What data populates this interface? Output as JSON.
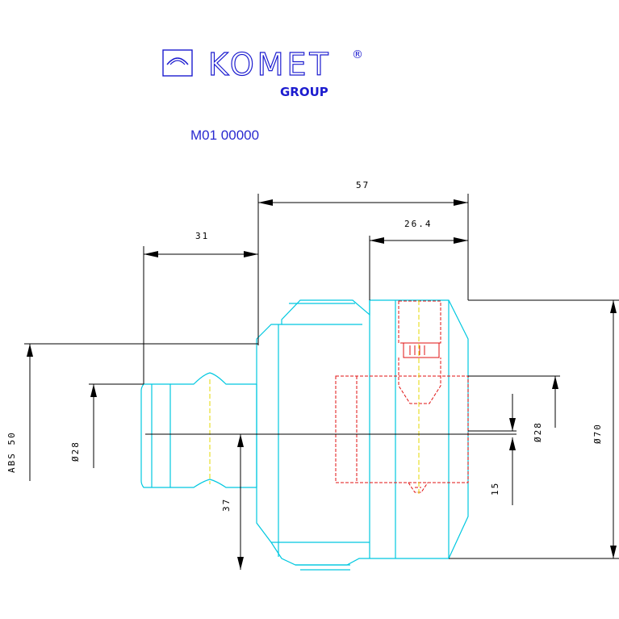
{
  "logo": {
    "brand": "KOMET",
    "registered": "®",
    "group": "GROUP"
  },
  "part_number": "M01 00000",
  "dimensions": {
    "overall_length": "57",
    "shank_length": "31",
    "head_offset": "26.4",
    "abs_label": "ABS 50",
    "shank_diameter": "Ø28",
    "bore_diameter": "Ø28",
    "head_diameter": "Ø70",
    "bore_offset": "15",
    "lower_height": "37"
  },
  "colors": {
    "outline": "#00c8e0",
    "hidden_lines": "#e01010",
    "center_lines": "#e6d800",
    "dimensions": "#000000",
    "logo": "#1c1ccf"
  }
}
